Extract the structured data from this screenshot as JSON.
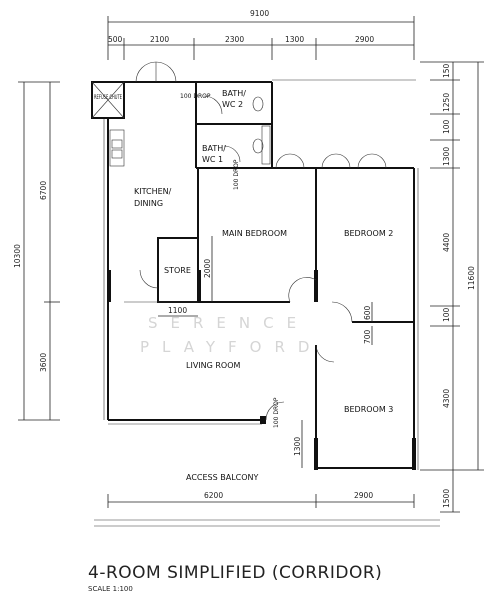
{
  "watermark": {
    "line1": "SERENCE",
    "line2": "PLAYFORD"
  },
  "title": "4-ROOM SIMPLIFIED (CORRIDOR)",
  "scale_label": "SCALE   1:100",
  "dimensions": {
    "top_total": "9100",
    "top_segments": [
      "500",
      "2100",
      "2300",
      "1300",
      "2900"
    ],
    "left_total": "10300",
    "left_segments": [
      "6700",
      "3600"
    ],
    "right_total": "11600",
    "right_segments": [
      "150",
      "1250",
      "100",
      "1300",
      "4400",
      "100",
      "4300"
    ],
    "bottom_segments": [
      "6200",
      "2900"
    ],
    "bottom_right": "1500",
    "inner": {
      "store_width": "1100",
      "main_bed_height": "2000",
      "door_a": "600",
      "door_b": "700",
      "entrance": "1300"
    }
  },
  "rooms": {
    "refuse": "REFUSE CHUTE",
    "bath2_line1": "BATH/",
    "bath2_line2": "WC 2",
    "bath1_line1": "BATH/",
    "bath1_line2": "WC 1",
    "kitchen_line1": "KITCHEN/",
    "kitchen_line2": "DINING",
    "main_bedroom": "MAIN BEDROOM",
    "bedroom2": "BEDROOM 2",
    "store": "STORE",
    "living_room": "LIVING ROOM",
    "bedroom3": "BEDROOM 3",
    "access_balcony": "ACCESS BALCONY"
  },
  "drops": {
    "drop1": "100 DROP",
    "drop2": "100 DROP",
    "drop3": "100 DROP"
  }
}
